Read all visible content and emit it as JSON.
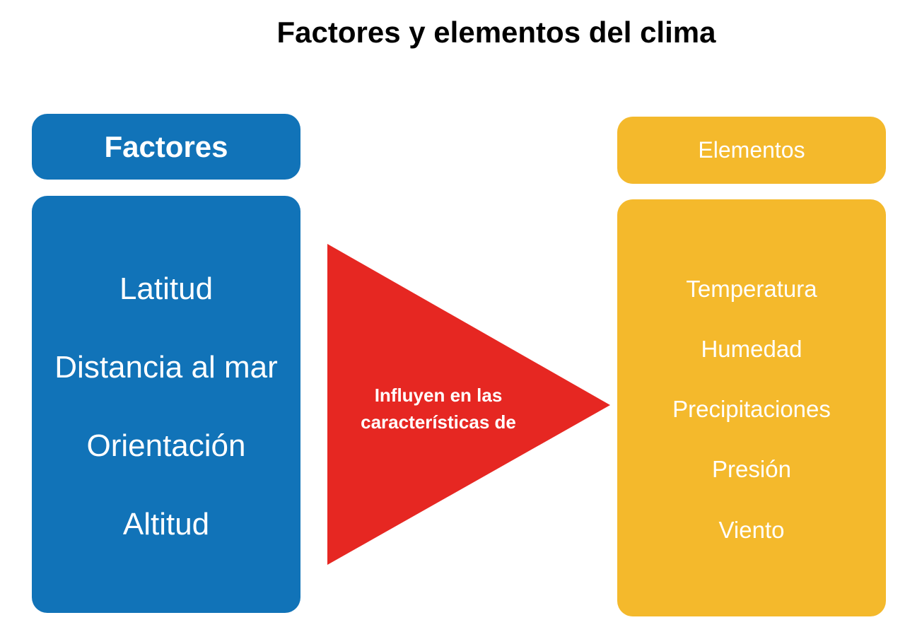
{
  "title": "Factores y elementos del clima",
  "factors": {
    "header": "Factores",
    "items": [
      "Latitud",
      "Distancia al mar",
      "Orientación",
      "Altitud"
    ],
    "color": "#1173b8"
  },
  "arrow": {
    "line1": "Influyen en las",
    "line2": "características de",
    "color": "#e62722"
  },
  "elements": {
    "header": "Elementos",
    "items": [
      "Temperatura",
      "Humedad",
      "Precipitaciones",
      "Presión",
      "Viento"
    ],
    "color": "#f4b92c"
  }
}
